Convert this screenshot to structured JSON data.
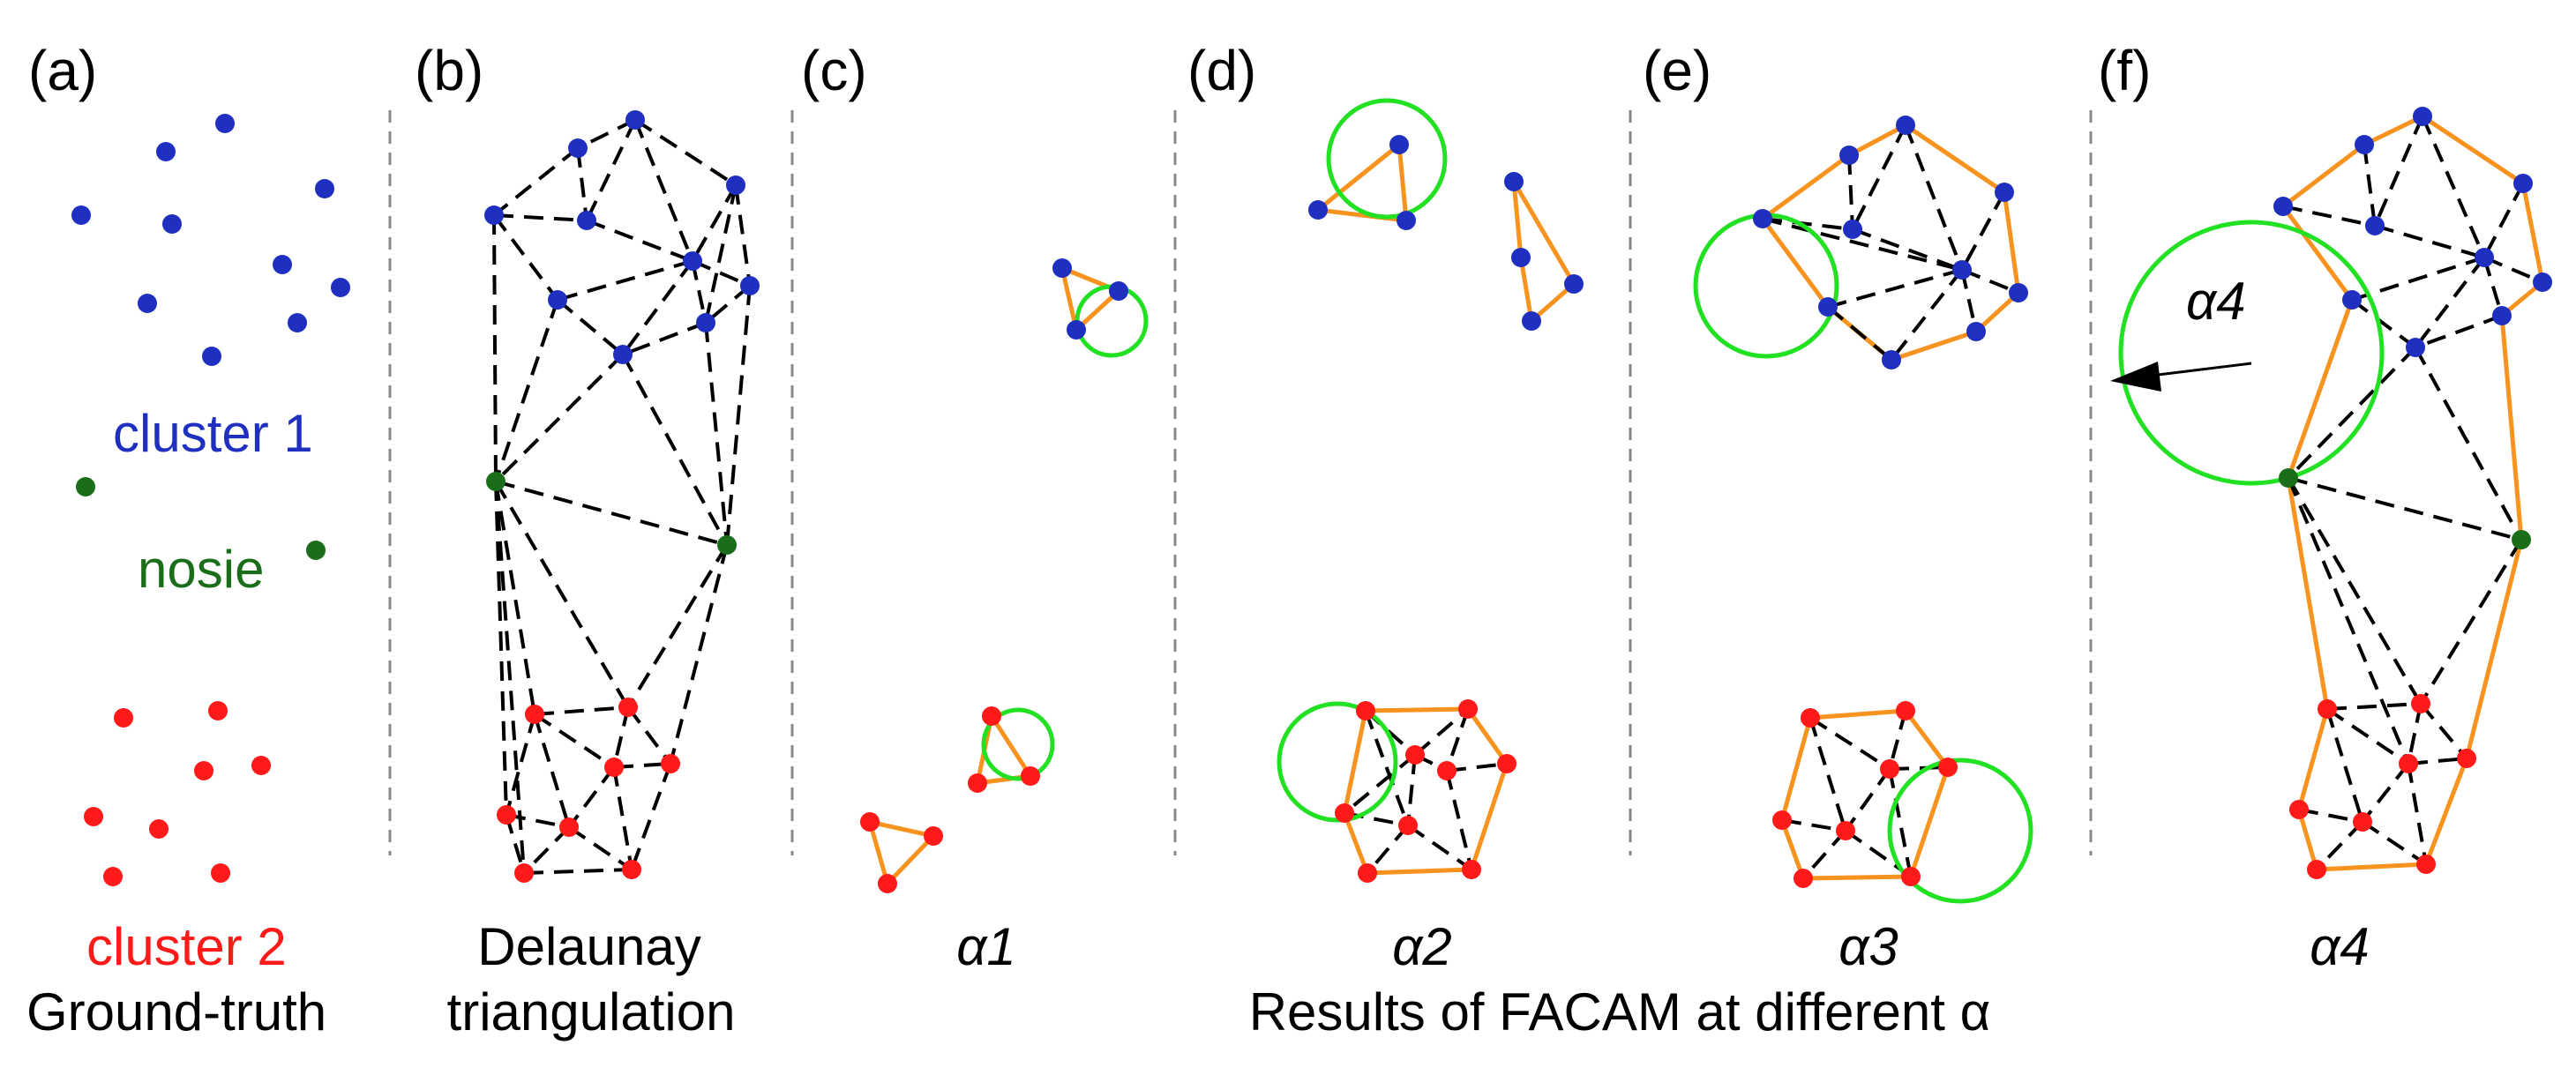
{
  "panels": {
    "a": "(a)",
    "b": "(b)",
    "c": "(c)",
    "d": "(d)",
    "e": "(e)",
    "f": "(f)"
  },
  "legend": {
    "cluster1": "cluster 1",
    "noise": "nosie",
    "cluster2": "cluster 2"
  },
  "captions": {
    "ground_truth": "Ground-truth",
    "delaunay_line1": "Delaunay",
    "delaunay_line2": "triangulation",
    "alpha1": "α1",
    "alpha2": "α2",
    "alpha3": "α3",
    "alpha4": "α4",
    "results": "Results of FACAM at different α",
    "alpha4_arrow_label": "α4"
  },
  "colors": {
    "cluster1": "#1f2fbf",
    "cluster2": "#ff1a1a",
    "noise": "#1a6e1a",
    "boundary": "#f7931e",
    "circle": "#22e022",
    "edge": "#000000",
    "divider": "#888888"
  }
}
